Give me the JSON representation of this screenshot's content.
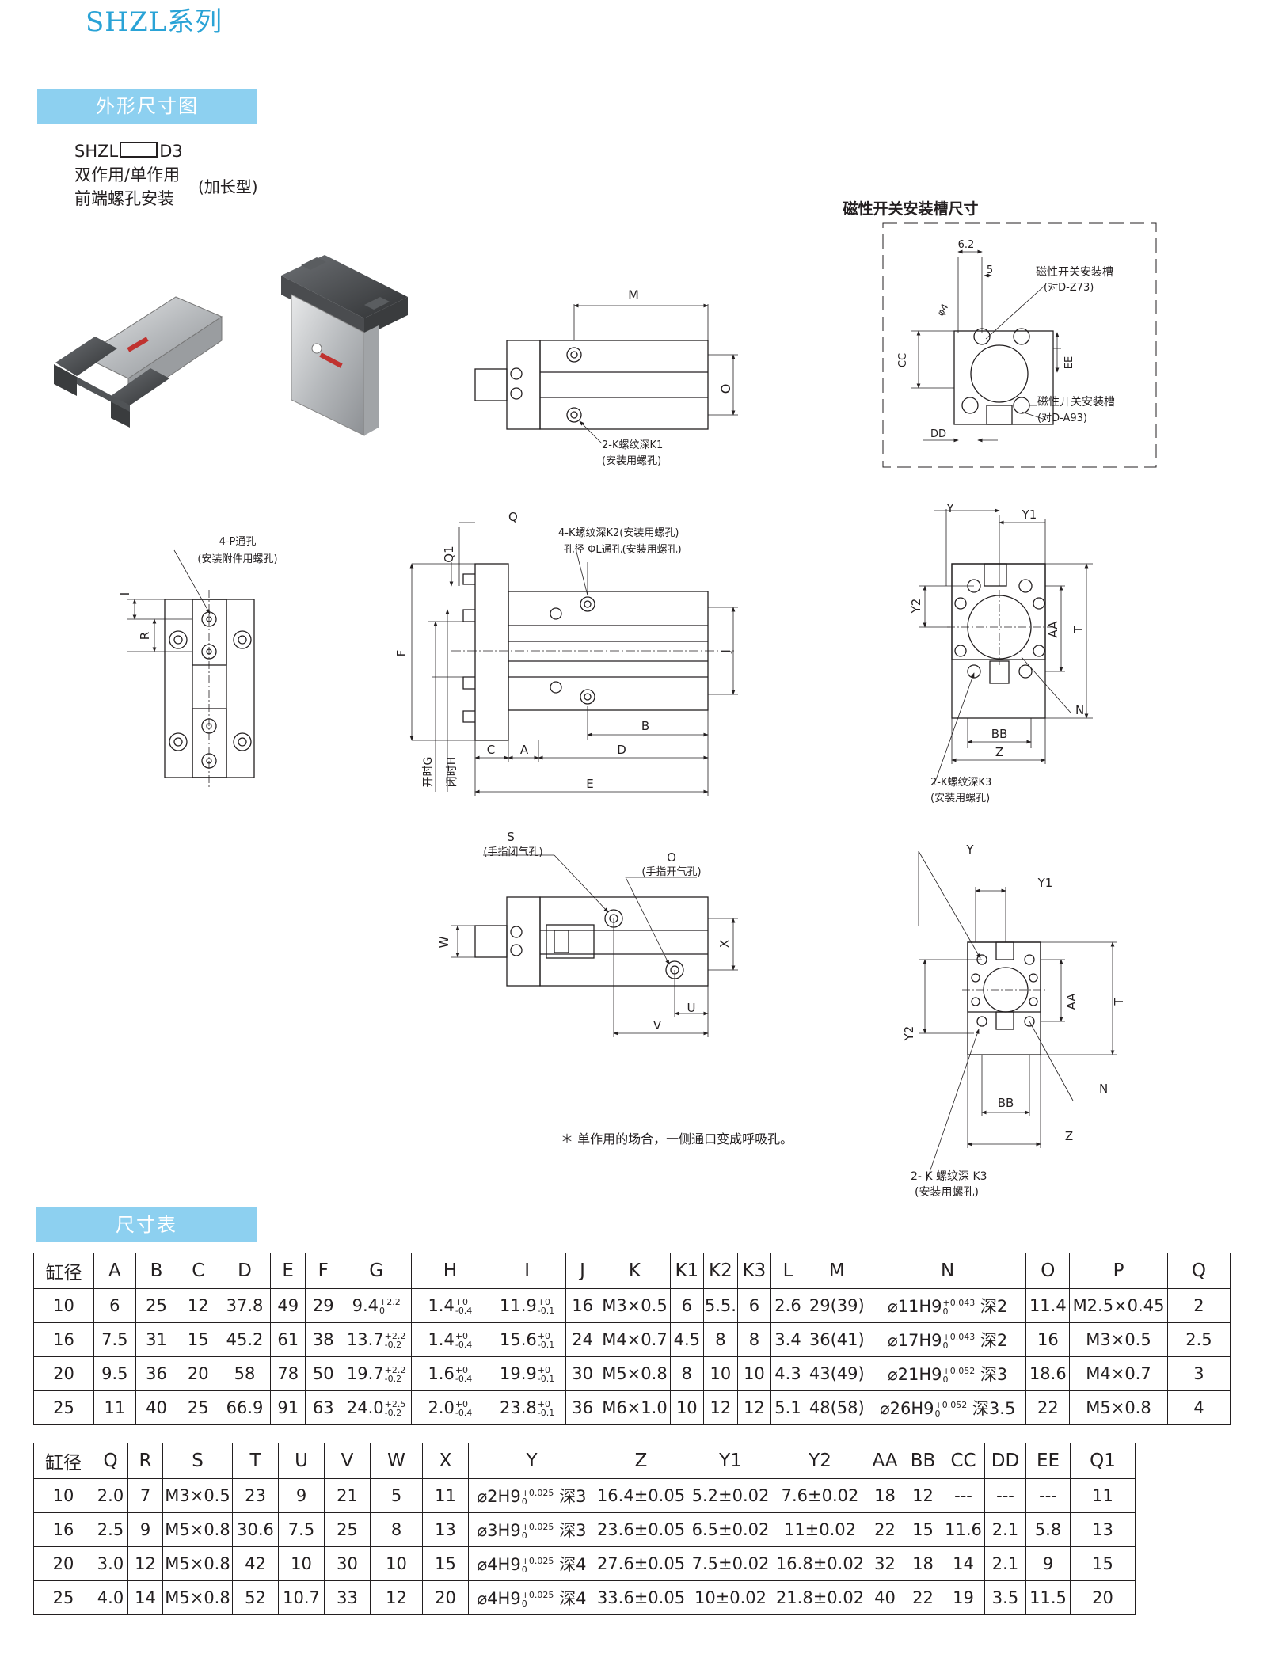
{
  "header": {
    "series_title": "SHZL系列"
  },
  "section_outline": {
    "label": "外形尺寸图"
  },
  "model": {
    "code_prefix": "SHZL",
    "code_suffix": "D3",
    "line2": "双作用/单作用",
    "line3": "前端螺孔安装",
    "variant": "(加长型)"
  },
  "drawings": {
    "magnet_title": "磁性开关安装槽尺寸",
    "magnet_slot1": "磁性开关安装槽",
    "magnet_slot1_note": "(对D-Z73)",
    "magnet_slot2": "磁性开关安装槽",
    "magnet_slot2_note": "(对D-A93)",
    "dim_62": "6.2",
    "dim_5": "5",
    "dim_phi4": "φ4",
    "lbl_CC": "CC",
    "lbl_EE": "EE",
    "lbl_DD": "DD",
    "lbl_M": "M",
    "lbl_O": "O",
    "top_hole_note": "2-K螺纹深K1",
    "top_hole_note2": "(安装用螺孔)",
    "p_hole_note": "4-P通孔",
    "p_hole_note2": "(安装附件用螺孔)",
    "lbl_I": "I",
    "lbl_R": "R",
    "k2_note": "4-K螺纹深K2(安装用螺孔)",
    "l_note": "孔径 ΦL通孔(安装用螺孔)",
    "lbl_Q": "Q",
    "lbl_Q1": "Q1",
    "lbl_F": "F",
    "lbl_J": "J",
    "lbl_B": "B",
    "lbl_C": "C",
    "lbl_A": "A",
    "lbl_D": "D",
    "lbl_E": "E",
    "lbl_open_G": "开时G",
    "lbl_close_H": "闭时H",
    "lbl_Y": "Y",
    "lbl_Y1": "Y1",
    "lbl_Y2": "Y2",
    "lbl_AA": "AA",
    "lbl_T": "T",
    "lbl_N": "N",
    "lbl_BB": "BB",
    "lbl_Z": "Z",
    "k3_note": "2-K螺纹深K3",
    "k3_note2": "(安装用螺孔)",
    "k3_note_b": "2- K 螺纹深 K3",
    "lbl_S": "S",
    "s_note": "(手指闭气孔)",
    "o_note": "(手指开气孔)",
    "lbl_W": "W",
    "lbl_X": "X",
    "lbl_U": "U",
    "lbl_V": "V"
  },
  "footnote": "＊ 单作用的场合，一侧通口变成呼吸孔。",
  "section_table": {
    "label": "尺寸表"
  },
  "table1": {
    "headers": [
      "缸径",
      "A",
      "B",
      "C",
      "D",
      "E",
      "F",
      "G",
      "H",
      "I",
      "J",
      "K",
      "K1",
      "K2",
      "K3",
      "L",
      "M",
      "N",
      "O",
      "P",
      "Q"
    ],
    "rows": [
      {
        "bore": "10",
        "A": "6",
        "B": "25",
        "C": "12",
        "D": "37.8",
        "E": "49",
        "F": "29",
        "G": "9.4",
        "G_up": "+2.2",
        "G_lo": "0",
        "H": "1.4",
        "H_up": "+0",
        "H_lo": "-0.4",
        "I": "11.9",
        "I_up": "+0",
        "I_lo": "-0.1",
        "J": "16",
        "K": "M3×0.5",
        "K1": "6",
        "K2": "5.5.",
        "K3": "6",
        "L": "2.6",
        "M": "29(39)",
        "N": "⌀11H9",
        "N_up": "+0.043",
        "N_lo": "0",
        "N_depth": "深2",
        "O": "11.4",
        "P": "M2.5×0.45",
        "Q": "2"
      },
      {
        "bore": "16",
        "A": "7.5",
        "B": "31",
        "C": "15",
        "D": "45.2",
        "E": "61",
        "F": "38",
        "G": "13.7",
        "G_up": "+2.2",
        "G_lo": "-0.2",
        "H": "1.4",
        "H_up": "+0",
        "H_lo": "-0.4",
        "I": "15.6",
        "I_up": "+0",
        "I_lo": "-0.1",
        "J": "24",
        "K": "M4×0.7",
        "K1": "4.5",
        "K2": "8",
        "K3": "8",
        "L": "3.4",
        "M": "36(41)",
        "N": "⌀17H9",
        "N_up": "+0.043",
        "N_lo": "0",
        "N_depth": "深2",
        "O": "16",
        "P": "M3×0.5",
        "Q": "2.5"
      },
      {
        "bore": "20",
        "A": "9.5",
        "B": "36",
        "C": "20",
        "D": "58",
        "E": "78",
        "F": "50",
        "G": "19.7",
        "G_up": "+2.2",
        "G_lo": "-0.2",
        "H": "1.6",
        "H_up": "+0",
        "H_lo": "-0.4",
        "I": "19.9",
        "I_up": "+0",
        "I_lo": "-0.1",
        "J": "30",
        "K": "M5×0.8",
        "K1": "8",
        "K2": "10",
        "K3": "10",
        "L": "4.3",
        "M": "43(49)",
        "N": "⌀21H9",
        "N_up": "+0.052",
        "N_lo": "0",
        "N_depth": "深3",
        "O": "18.6",
        "P": "M4×0.7",
        "Q": "3"
      },
      {
        "bore": "25",
        "A": "11",
        "B": "40",
        "C": "25",
        "D": "66.9",
        "E": "91",
        "F": "63",
        "G": "24.0",
        "G_up": "+2.5",
        "G_lo": "-0.2",
        "H": "2.0",
        "H_up": "+0",
        "H_lo": "-0.4",
        "I": "23.8",
        "I_up": "+0",
        "I_lo": "-0.1",
        "J": "36",
        "K": "M6×1.0",
        "K1": "10",
        "K2": "12",
        "K3": "12",
        "L": "5.1",
        "M": "48(58)",
        "N": "⌀26H9",
        "N_up": "+0.052",
        "N_lo": "0",
        "N_depth": "深3.5",
        "O": "22",
        "P": "M5×0.8",
        "Q": "4"
      }
    ]
  },
  "table2": {
    "headers": [
      "缸径",
      "Q",
      "R",
      "S",
      "T",
      "U",
      "V",
      "W",
      "X",
      "Y",
      "Z",
      "Y1",
      "Y2",
      "AA",
      "BB",
      "CC",
      "DD",
      "EE",
      "Q1"
    ],
    "rows": [
      {
        "bore": "10",
        "Q": "2.0",
        "R": "7",
        "S": "M3×0.5",
        "T": "23",
        "U": "9",
        "V": "21",
        "W": "5",
        "X": "11",
        "Y": "⌀2H9",
        "Y_up": "+0.025",
        "Y_lo": "0",
        "Y_depth": "深3",
        "Z": "16.4±0.05",
        "Y1": "5.2±0.02",
        "Y2": "7.6±0.02",
        "AA": "18",
        "BB": "12",
        "CC": "---",
        "DD": "---",
        "EE": "---",
        "Q1": "11"
      },
      {
        "bore": "16",
        "Q": "2.5",
        "R": "9",
        "S": "M5×0.8",
        "T": "30.6",
        "U": "7.5",
        "V": "25",
        "W": "8",
        "X": "13",
        "Y": "⌀3H9",
        "Y_up": "+0.025",
        "Y_lo": "0",
        "Y_depth": "深3",
        "Z": "23.6±0.05",
        "Y1": "6.5±0.02",
        "Y2": "11±0.02",
        "AA": "22",
        "BB": "15",
        "CC": "11.6",
        "DD": "2.1",
        "EE": "5.8",
        "Q1": "13"
      },
      {
        "bore": "20",
        "Q": "3.0",
        "R": "12",
        "S": "M5×0.8",
        "T": "42",
        "U": "10",
        "V": "30",
        "W": "10",
        "X": "15",
        "Y": "⌀4H9",
        "Y_up": "+0.025",
        "Y_lo": "0",
        "Y_depth": "深4",
        "Z": "27.6±0.05",
        "Y1": "7.5±0.02",
        "Y2": "16.8±0.02",
        "AA": "32",
        "BB": "18",
        "CC": "14",
        "DD": "2.1",
        "EE": "9",
        "Q1": "15"
      },
      {
        "bore": "25",
        "Q": "4.0",
        "R": "14",
        "S": "M5×0.8",
        "T": "52",
        "U": "10.7",
        "V": "33",
        "W": "12",
        "X": "20",
        "Y": "⌀4H9",
        "Y_up": "+0.025",
        "Y_lo": "0",
        "Y_depth": "深4",
        "Z": "33.6±0.05",
        "Y1": "10±0.02",
        "Y2": "21.8±0.02",
        "AA": "40",
        "BB": "22",
        "CC": "19",
        "DD": "3.5",
        "EE": "11.5",
        "Q1": "20"
      }
    ]
  }
}
